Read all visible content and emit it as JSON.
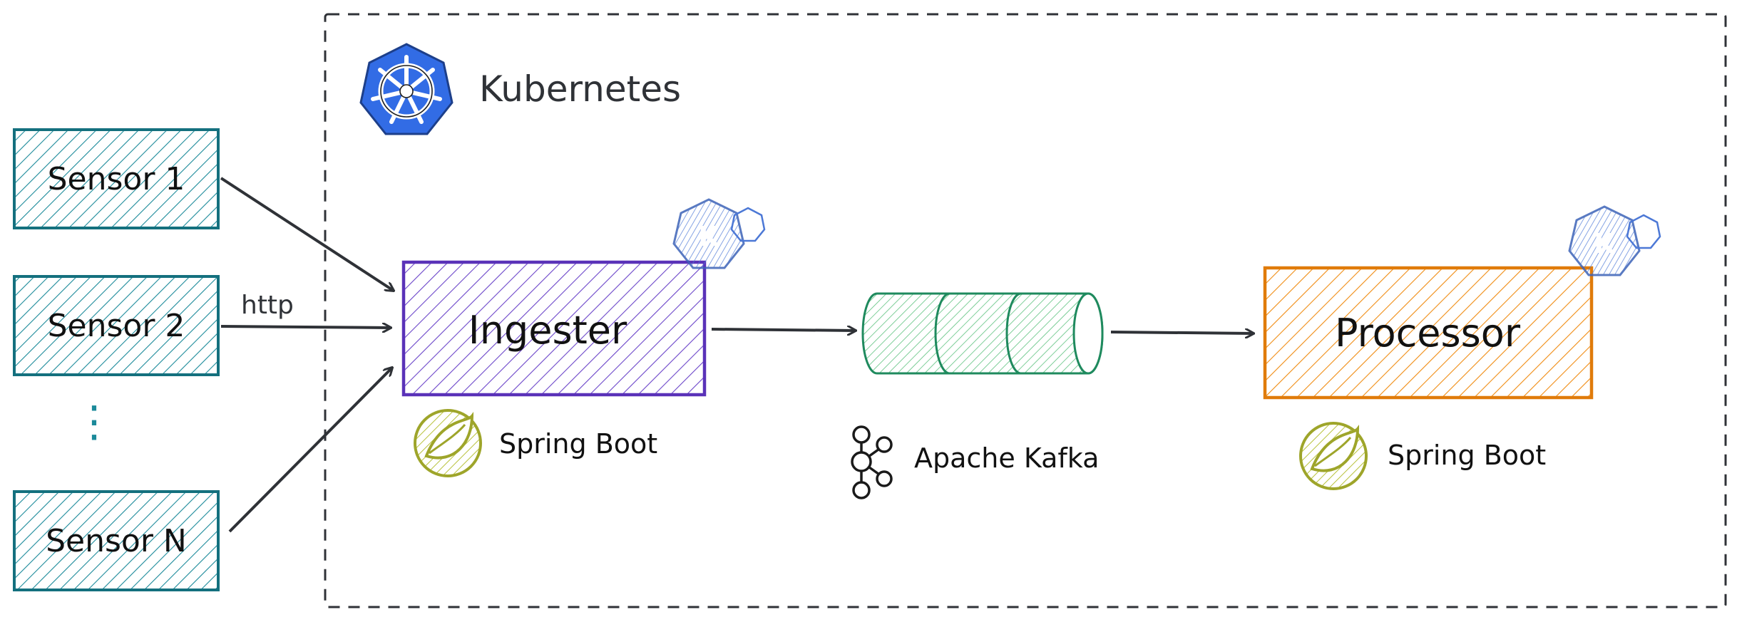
{
  "cluster": {
    "label": "Kubernetes",
    "icon": "kubernetes-helm-icon"
  },
  "sensors": [
    {
      "label": "Sensor 1"
    },
    {
      "label": "Sensor 2"
    },
    {
      "label": "Sensor N"
    }
  ],
  "sensor_ellipsis": "⋮",
  "edges": {
    "http_label": "http"
  },
  "ingester": {
    "label": "Ingester",
    "framework": "Spring Boot",
    "icon": "knative-icon"
  },
  "queue": {
    "label": "Apache Kafka",
    "icon": "kafka-icon"
  },
  "processor": {
    "label": "Processor",
    "framework": "Spring Boot",
    "icon": "knative-icon"
  },
  "colors": {
    "sensor": "#1b8a9a",
    "ingester": "#6b45c9",
    "kafka": "#2e9e6a",
    "processor": "#f08c12",
    "spring": "#b8c23b",
    "kubernetes": "#326ce5",
    "knative": "#4c78d6",
    "arrow": "#2f3237"
  }
}
